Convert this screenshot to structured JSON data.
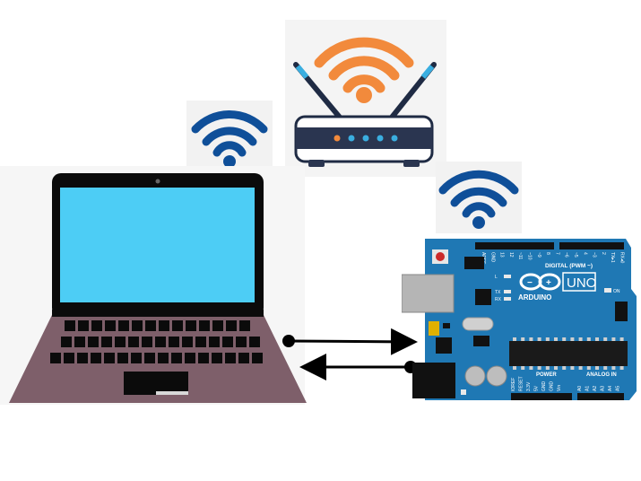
{
  "colors": {
    "wifi_blue": "#0f4f99",
    "wifi_orange": "#f28a3c",
    "router_blue": "#1a6fd1",
    "laptop_screen": "#4dcdf5",
    "laptop_body": "#7e5f6a",
    "board_blue": "#1f78b4",
    "arrow": "#000000"
  },
  "icons": {
    "router": "wifi-router-icon",
    "wifi": "wifi-signal-icon",
    "laptop": "laptop-icon",
    "board": "arduino-uno-board"
  },
  "board": {
    "brand": "ARDUINO",
    "model": "UNO",
    "digital_label": "DIGITAL (PWM ~)",
    "power_label": "POWER",
    "analog_label": "ANALOG IN",
    "on_label": "ON",
    "l_label": "L",
    "tx_label": "TX",
    "rx_label": "RX",
    "aref": "AREF",
    "gnd": "GND",
    "digital_pins": [
      "13",
      "12",
      "~11",
      "~10",
      "~9",
      "8",
      "7",
      "~6",
      "~5",
      "4",
      "~3",
      "2",
      "TX▸1",
      "RX◂0"
    ],
    "power_pins": [
      "IOREF",
      "RESET",
      "3.3V",
      "5V",
      "GND",
      "GND",
      "Vin"
    ],
    "analog_pins": [
      "A0",
      "A1",
      "A2",
      "A3",
      "A4",
      "A5"
    ]
  }
}
